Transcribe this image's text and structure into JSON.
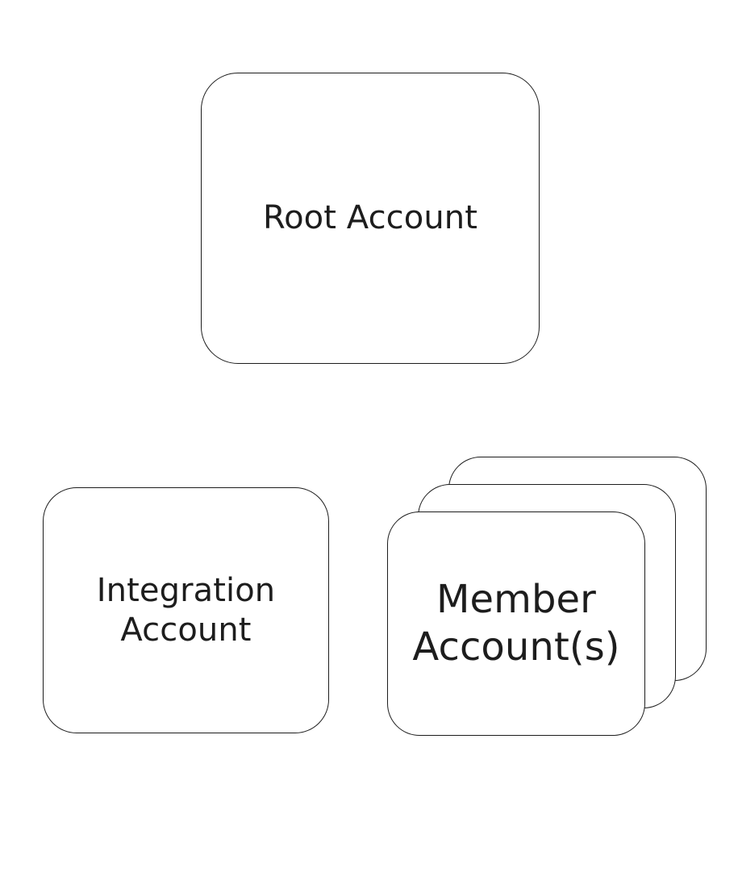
{
  "diagram": {
    "type": "block-diagram",
    "background_color": "#ffffff",
    "stroke_color": "#1d1d1d",
    "fill_color": "#ffffff",
    "nodes": [
      {
        "id": "root-account",
        "label": "Root Account",
        "shape": "rounded-rectangle",
        "position": "top-center",
        "stacked": false,
        "stack_count": 1
      },
      {
        "id": "integration-account",
        "label": "Integration\nAccount",
        "shape": "rounded-rectangle",
        "position": "bottom-left",
        "stacked": false,
        "stack_count": 1
      },
      {
        "id": "member-accounts",
        "label": "Member\nAccount(s)",
        "shape": "rounded-rectangle-stack",
        "position": "bottom-right",
        "stacked": true,
        "stack_count": 3
      }
    ]
  }
}
